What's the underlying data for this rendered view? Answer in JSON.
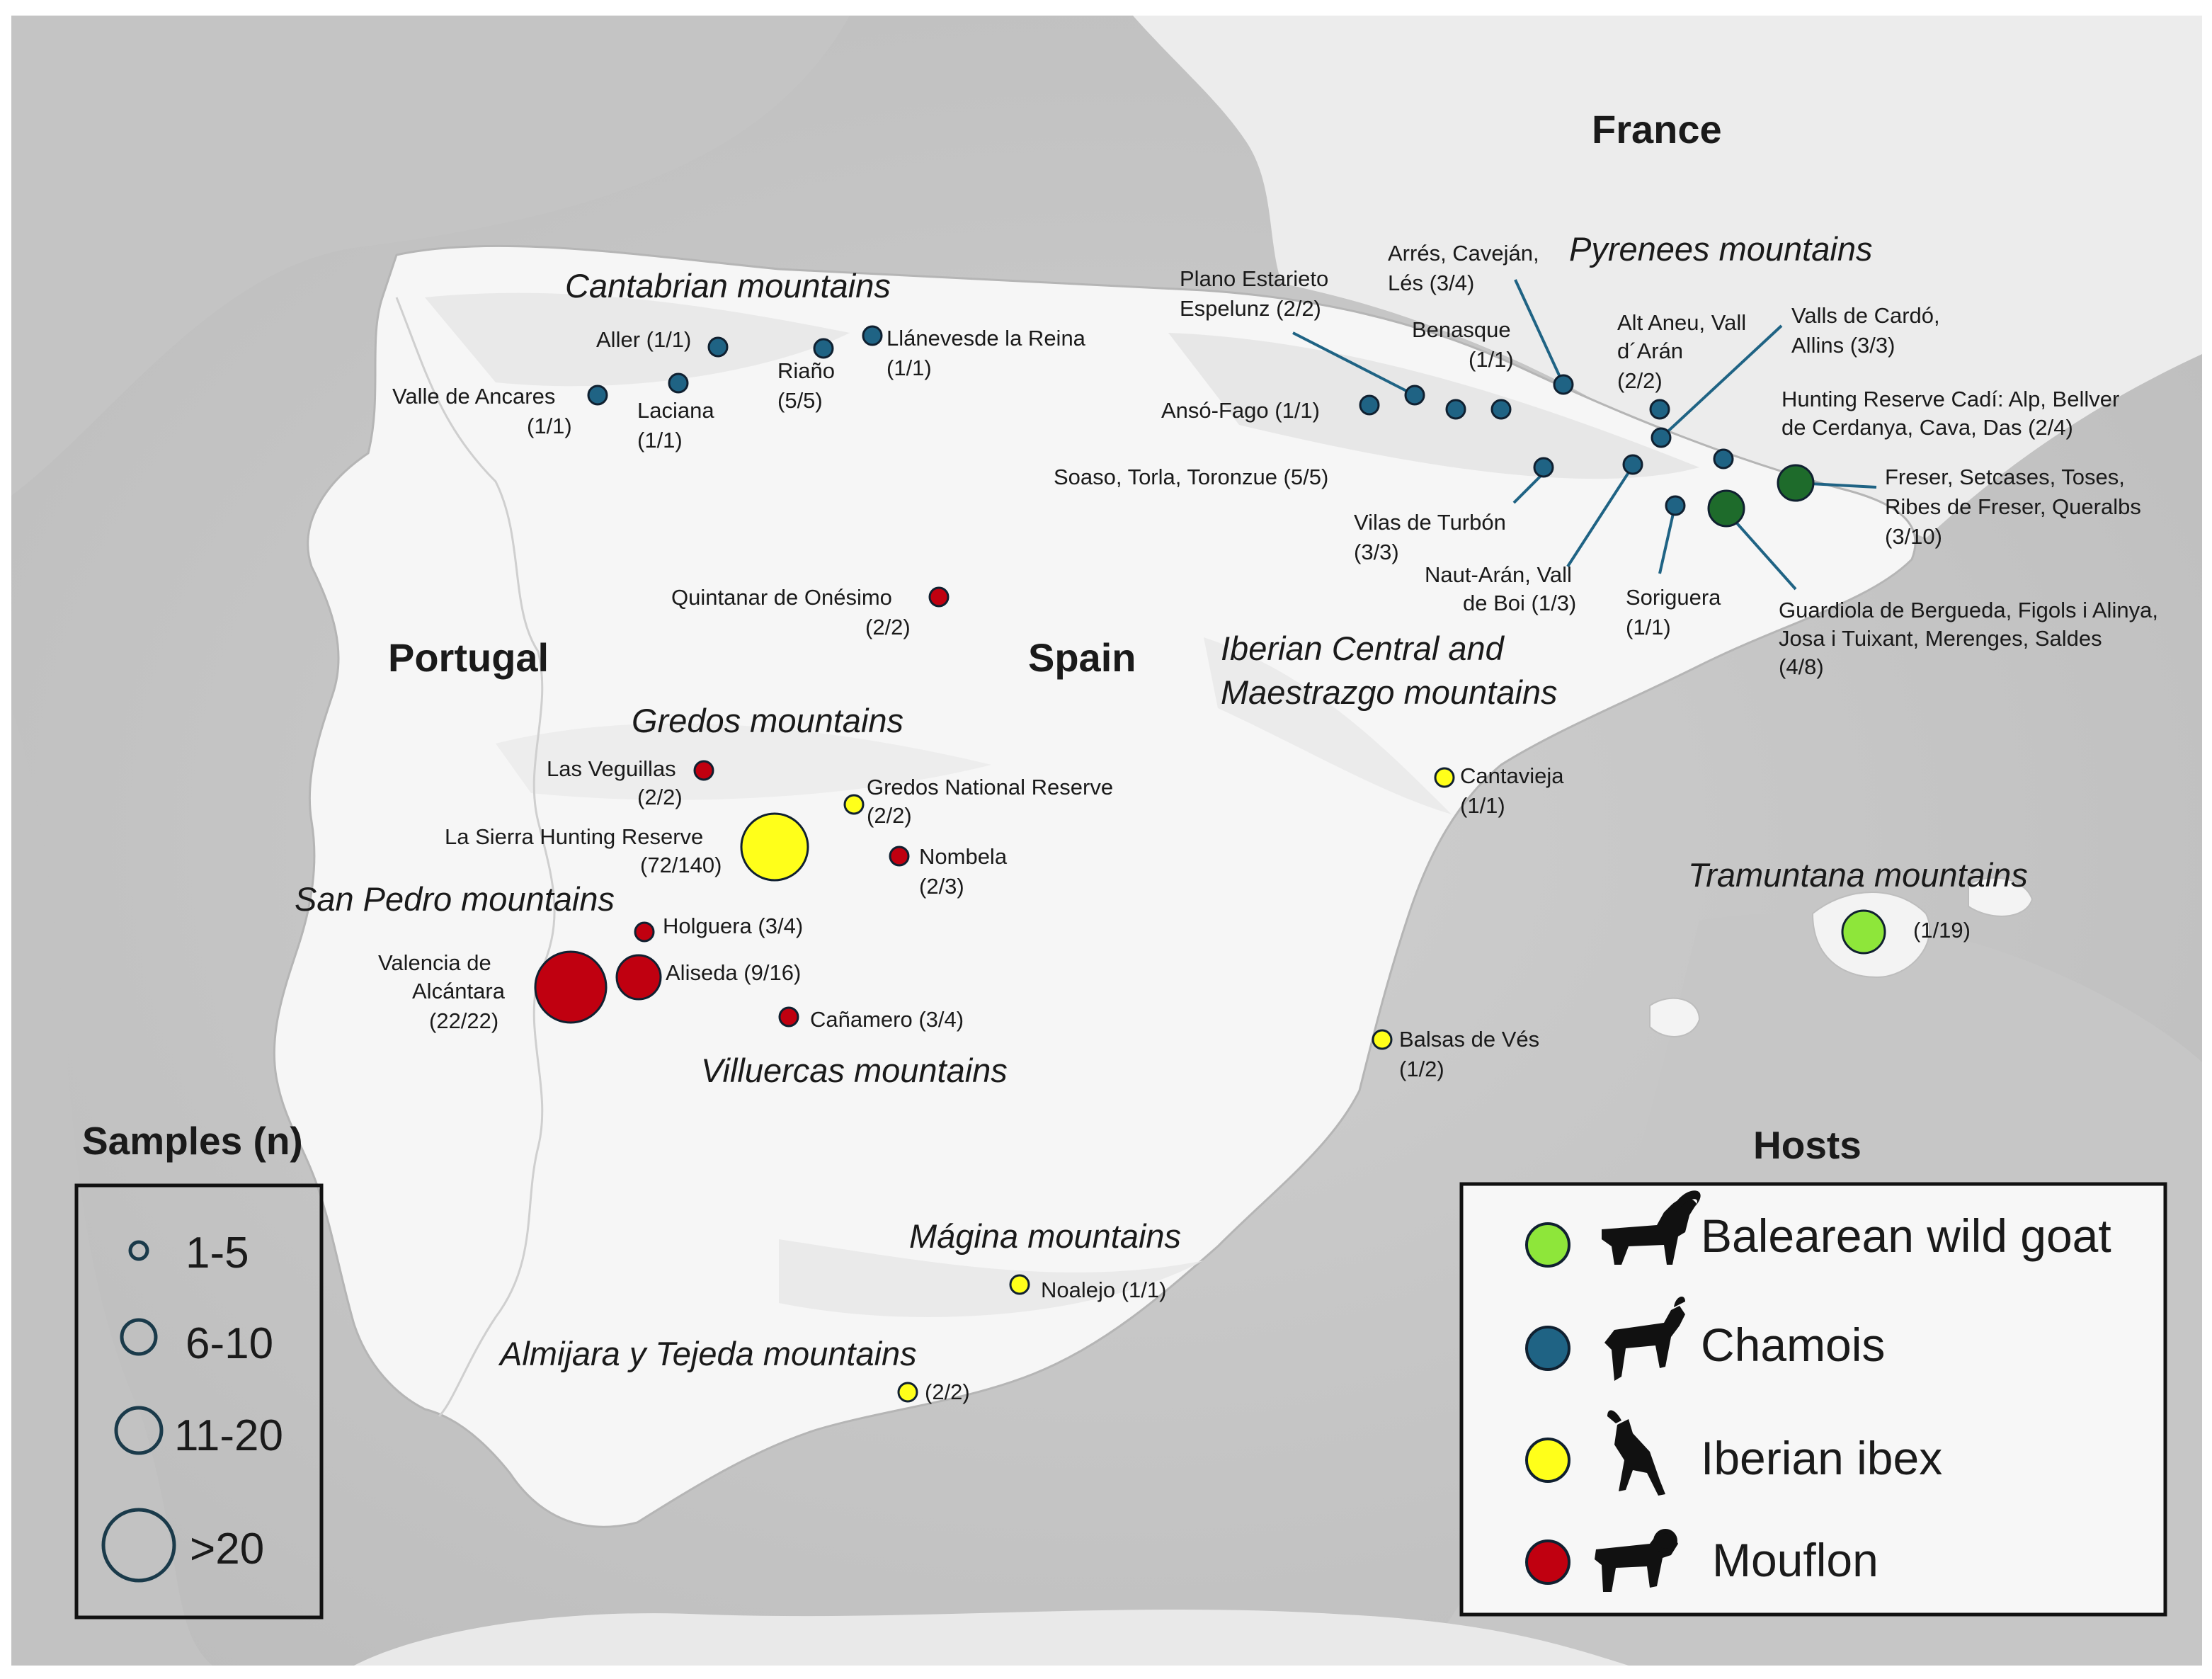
{
  "countries": {
    "france": "France",
    "portugal": "Portugal",
    "spain": "Spain"
  },
  "regions": {
    "cantabrian": "Cantabrian mountains",
    "pyrenees": "Pyrenees mountains",
    "gredos": "Gredos mountains",
    "san_pedro": "San Pedro mountains",
    "villuercas": "Villuercas mountains",
    "iberian_1": "Iberian Central and",
    "iberian_2": "Maestrazgo mountains",
    "tramuntana": "Tramuntana mountains",
    "magina": "Mágina mountains",
    "almijara": "Almijara y Tejeda mountains"
  },
  "sites": {
    "valle_ancares": [
      "Valle de Ancares",
      "(1/1)"
    ],
    "laciana": [
      "Laciana",
      "(1/1)"
    ],
    "aller": [
      "Aller (1/1)"
    ],
    "riano": [
      "Riaño",
      "(5/5)"
    ],
    "llaneves": [
      "Llánevesde la Reina",
      "(1/1)"
    ],
    "plano": [
      "Plano Estarieto",
      "Espelunz (2/2)"
    ],
    "arres": [
      "Arrés, Caveján,",
      "Lés (3/4)"
    ],
    "benasque": [
      "Benasque",
      "(1/1)"
    ],
    "alt_aneu": [
      "Alt Aneu, Vall",
      "d´Arán",
      "(2/2)"
    ],
    "valls": [
      "Valls de Cardó,",
      "Allins (3/3)"
    ],
    "hunting_cadi": [
      "Hunting Reserve Cadí: Alp, Bellver",
      "de Cerdanya, Cava, Das (2/4)"
    ],
    "anso": [
      "Ansó-Fago (1/1)"
    ],
    "soaso": [
      "Soaso, Torla, Toronzue (5/5)"
    ],
    "vilas": [
      "Vilas de Turbón",
      "(3/3)"
    ],
    "naut": [
      "Naut-Arán, Vall",
      "de Boi (1/3)"
    ],
    "soriguera": [
      "Soriguera",
      "(1/1)"
    ],
    "freser": [
      "Freser, Setcases, Toses,",
      "Ribes de Freser, Queralbs",
      "(3/10)"
    ],
    "guardiola": [
      "Guardiola de Bergueda, Figols i Alinya,",
      "Josa i Tuixant, Merenges, Saldes",
      "(4/8)"
    ],
    "quintanar": [
      "Quintanar de Onésimo",
      "(2/2)"
    ],
    "veguillas": [
      "Las Veguillas",
      "(2/2)"
    ],
    "gredos_nr": [
      "Gredos National Reserve",
      "(2/2)"
    ],
    "la_sierra": [
      "La Sierra Hunting Reserve",
      "(72/140)"
    ],
    "nombela": [
      "Nombela",
      "(2/3)"
    ],
    "holguera": [
      "Holguera (3/4)"
    ],
    "valencia": [
      "Valencia de",
      "Alcántara",
      "(22/22)"
    ],
    "aliseda": [
      "Aliseda (9/16)"
    ],
    "canamero": [
      "Cañamero (3/4)"
    ],
    "cantavieja": [
      "Cantavieja",
      "(1/1)"
    ],
    "tramuntana_site": [
      "(1/19)"
    ],
    "balsas": [
      "Balsas de Vés",
      "(1/2)"
    ],
    "noalejo": [
      "Noalejo (1/1)"
    ],
    "almijara_site": [
      "(2/2)"
    ]
  },
  "legend_samples": {
    "title": "Samples (n)",
    "items": [
      "1-5",
      "6-10",
      "11-20",
      ">20"
    ]
  },
  "legend_hosts": {
    "title": "Hosts",
    "items": [
      {
        "label": "Balearean wild goat",
        "color": "#8ee63a",
        "icon": "wild-goat-silhouette-icon"
      },
      {
        "label": "Chamois",
        "color": "#1f6384",
        "icon": "chamois-silhouette-icon"
      },
      {
        "label": "Iberian ibex",
        "color": "#ffff1a",
        "icon": "ibex-silhouette-icon"
      },
      {
        "label": "Mouflon",
        "color": "#c00010",
        "icon": "mouflon-silhouette-icon"
      }
    ]
  },
  "colors": {
    "chamois": "#1f6384",
    "ibex": "#ffff1a",
    "mouflon": "#c00010",
    "balearean": "#8ee63a",
    "catalan_goat": "#1e6b2b",
    "leader_line": "#1f6384",
    "sea": "#d4d4d4",
    "land": "#f4f4f4"
  }
}
